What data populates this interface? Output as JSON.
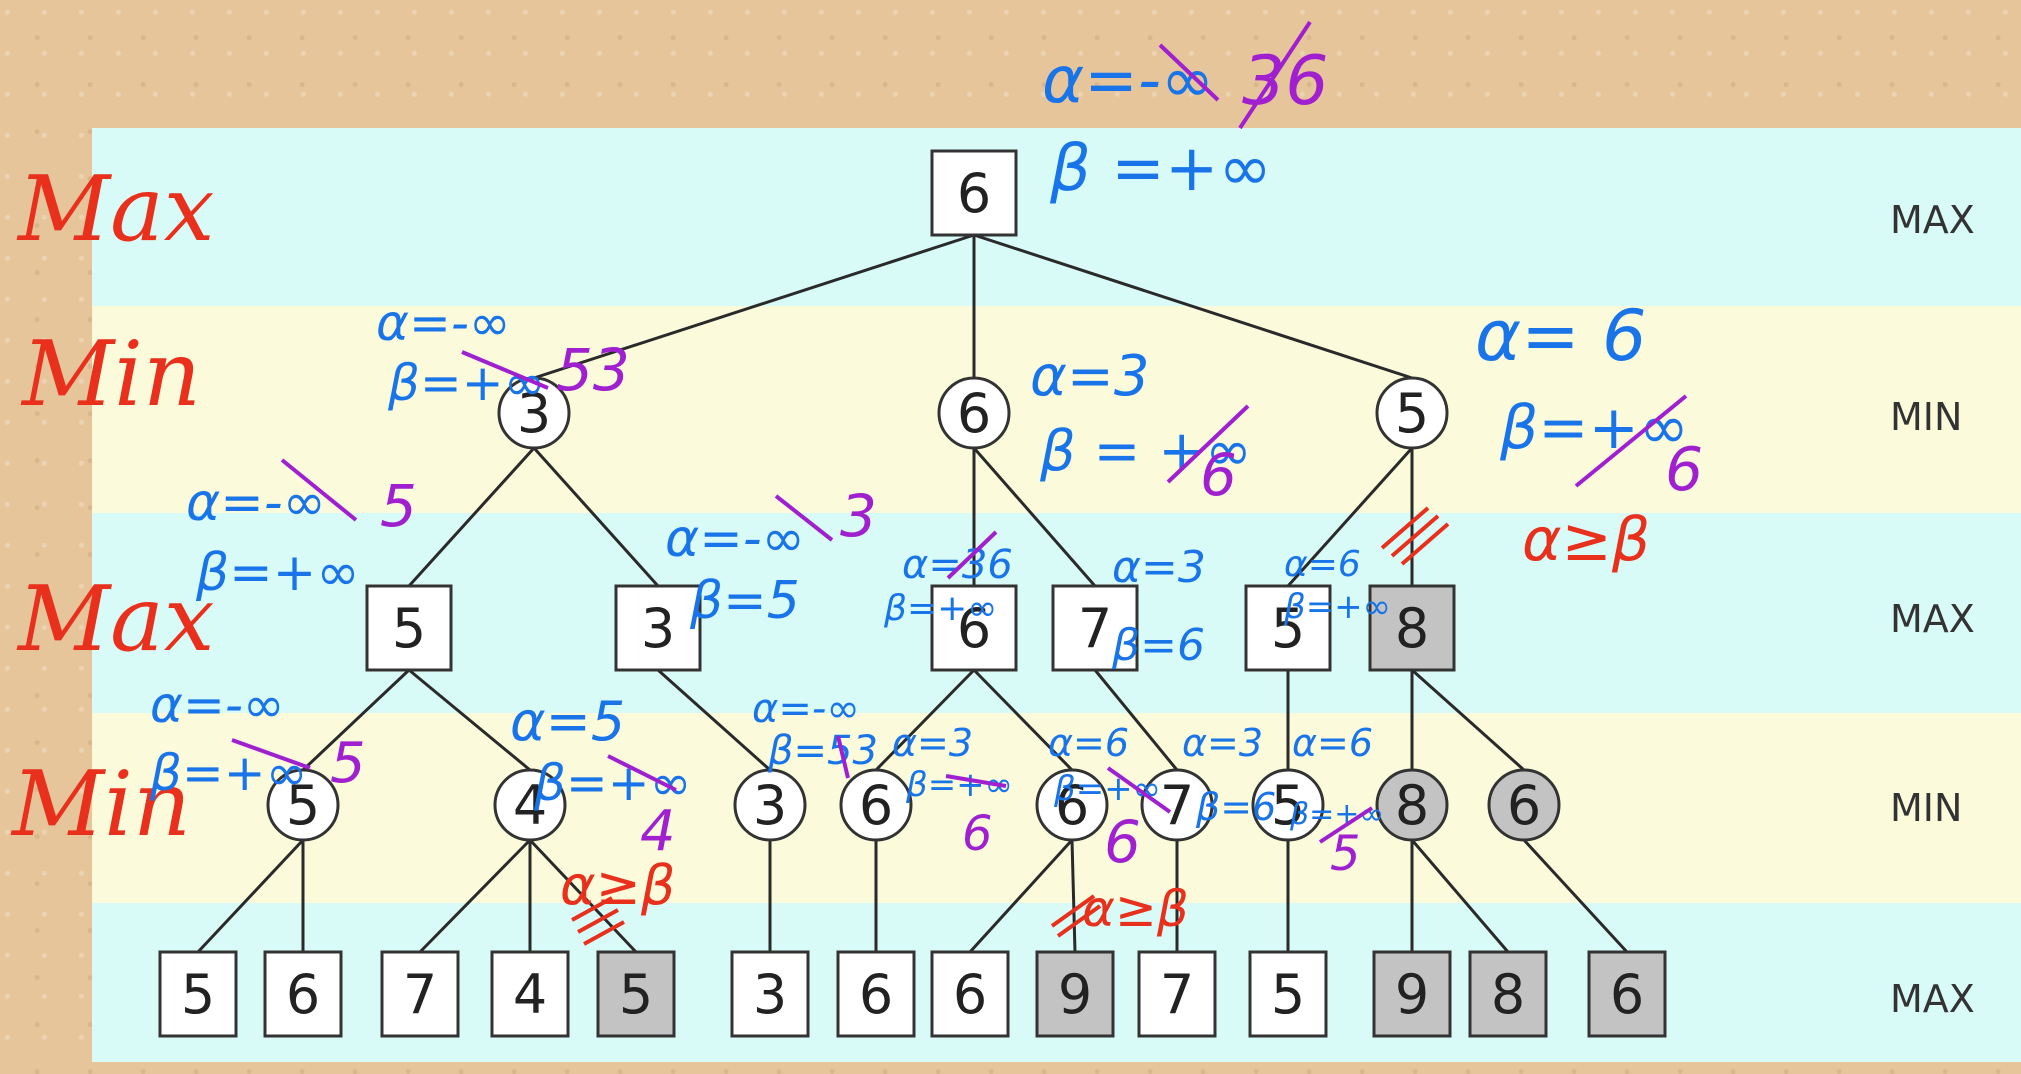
{
  "level_labels_right": [
    "MAX",
    "MIN",
    "MAX",
    "MIN",
    "MAX"
  ],
  "level_labels_left": [
    "Max",
    "Min",
    "Max",
    "Min"
  ],
  "colors": {
    "band_cyan": "#d8fbf7",
    "band_yellow": "#fbfbdc",
    "node_fill": "#ffffff",
    "pruned_fill": "#c3c3c3",
    "ink_blue": "#1874e8",
    "ink_purple": "#a020d0",
    "ink_red": "#e8301c"
  },
  "nodes": {
    "root": "6",
    "m1": "3",
    "m2": "6",
    "m3": "5",
    "a1": "5",
    "a2": "3",
    "a3": "6",
    "a4": "7",
    "a5": "5",
    "a6": "8",
    "n1": "5",
    "n2": "4",
    "n3": "3",
    "n4": "6",
    "n5": "6",
    "n6": "7",
    "n7": "5",
    "n8": "8",
    "n9": "6",
    "l1": "5",
    "l2": "6",
    "l3": "7",
    "l4": "4",
    "l5": "5",
    "l6": "3",
    "l7": "6",
    "l8": "6",
    "l9": "9",
    "l10": "7",
    "l11": "5",
    "l12": "9",
    "l13": "8",
    "l14": "6"
  },
  "annotations": {
    "root_alpha": "α=-∞",
    "root_alpha_upd": "36",
    "root_beta": "β =+∞",
    "m1_alpha": "α=-∞",
    "m1_beta": "β=+∞",
    "m1_beta_upd": "53",
    "m2_alpha": "α=3",
    "m2_beta": "β = +∞",
    "m2_beta_upd": "6",
    "m3_alpha": "α= 6",
    "m3_beta": "β=+∞",
    "m3_beta_upd": "6",
    "m3_cut": "α≥β",
    "a1_alpha": "α=-∞",
    "a1_alpha_upd": "5",
    "a1_beta": "β=+∞",
    "a2_alpha": "α=-∞",
    "a2_alpha_upd": "3",
    "a2_beta": "β=5",
    "a3_alpha": "α=36",
    "a3_beta": "β=+∞",
    "a4_alpha": "α=3",
    "a4_beta": "β=6",
    "a5_alpha": "α=6",
    "a5_beta": "β=+∞",
    "n1_alpha": "α=-∞",
    "n1_beta": "β=+∞",
    "n1_beta_upd": "5",
    "n2_alpha": "α=5",
    "n2_beta": "β=+∞",
    "n2_beta_upd": "4",
    "n2_cut": "α≥β",
    "n3_alpha": "α=-∞",
    "n3_beta": "β=53",
    "n4_alpha": "α=3",
    "n4_beta": "β=+∞",
    "n4_beta_upd": "6",
    "n5_alpha": "α=6",
    "n5_beta": "β=+∞",
    "n5_beta_upd": "6",
    "n5_cut": "α≥β",
    "n6_alpha": "α=3",
    "n6_beta": "β=6",
    "n7_alpha": "α=6",
    "n7_beta": "β=+∞",
    "n7_beta_upd": "5"
  }
}
